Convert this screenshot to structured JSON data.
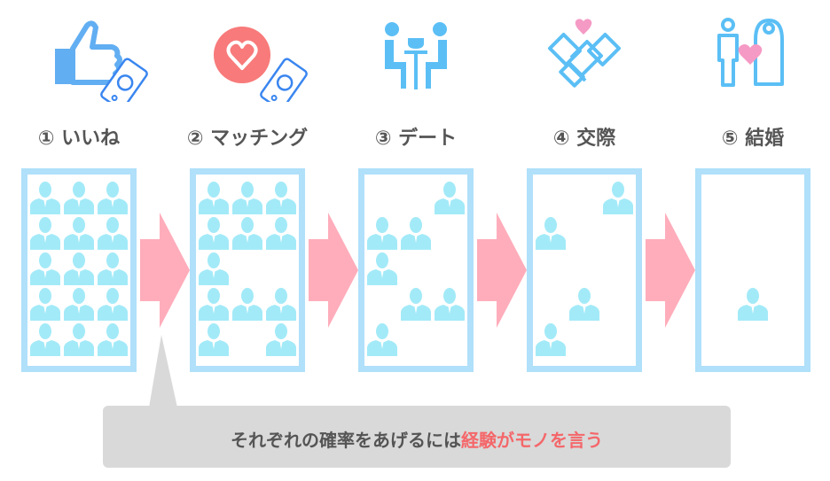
{
  "colors": {
    "panel_border": "#b0e0fa",
    "person": "#a3eaf8",
    "arrow": "#ffadbb",
    "icon_blue": "#5bbff5",
    "heart_pink": "#f59ac4",
    "heart_red": "#f87a7a",
    "callout_bg": "#d9d9d9",
    "accent": "#f4676a"
  },
  "steps": [
    {
      "label": "① いいね",
      "icon": "thumbs-up-phone-icon",
      "grid": [
        "111",
        "111",
        "111",
        "111",
        "111"
      ]
    },
    {
      "label": "② マッチング",
      "icon": "heart-phone-icon",
      "grid": [
        "111",
        "111",
        "100",
        "111",
        "101"
      ]
    },
    {
      "label": "③ デート",
      "icon": "cafe-date-icon",
      "grid": [
        "001",
        "110",
        "100",
        "011",
        "100"
      ]
    },
    {
      "label": "④ 交際",
      "icon": "handshake-heart-icon",
      "grid": [
        "001",
        "100",
        "000",
        "010",
        "100"
      ]
    },
    {
      "label": "⑤ 結婚",
      "icon": "wedding-couple-icon",
      "grid": [
        "000",
        "000",
        "000",
        "010",
        "000"
      ]
    }
  ],
  "callout": {
    "text": "それぞれの確率をあげるには",
    "highlight": "経験がモノを言う"
  }
}
